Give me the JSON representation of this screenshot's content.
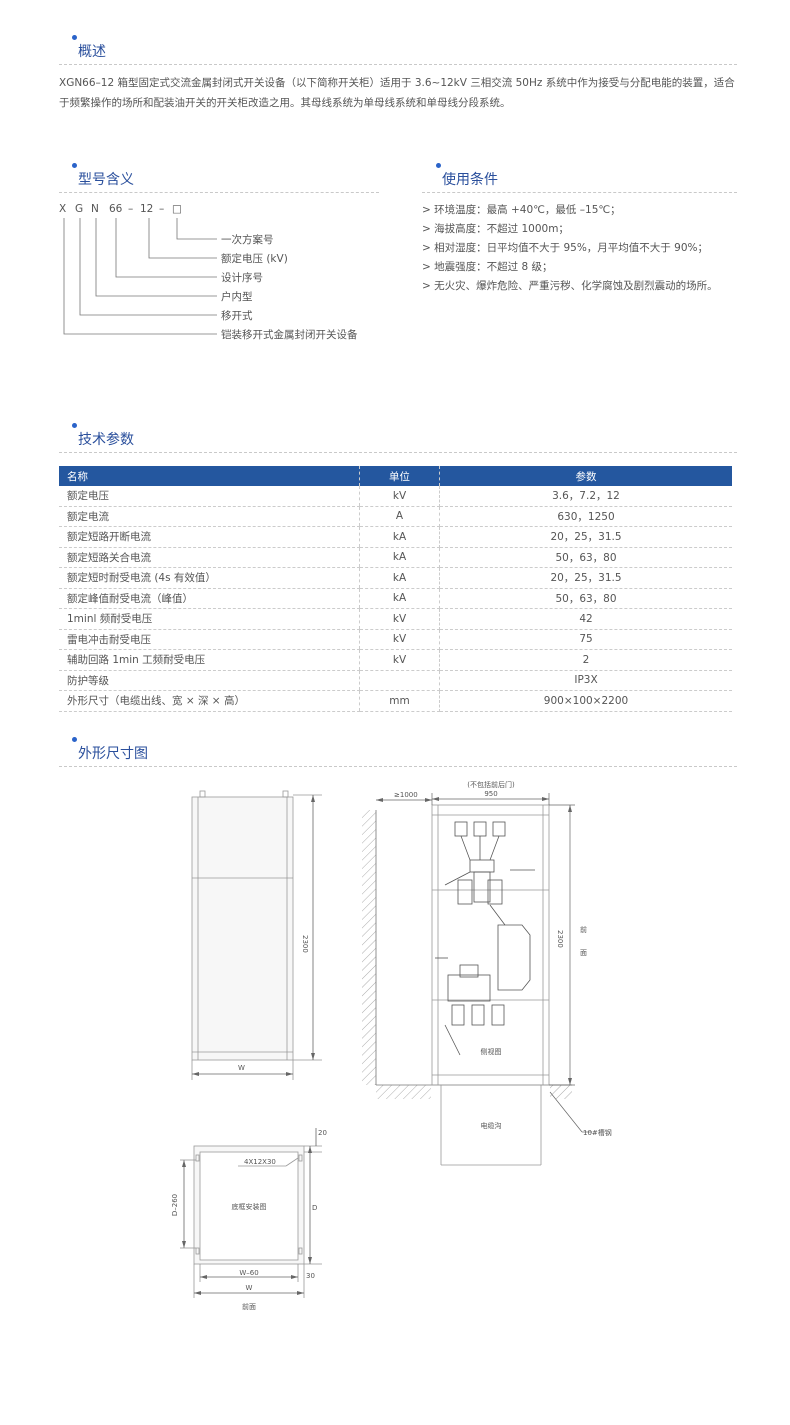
{
  "overview": {
    "title": "概述",
    "text": "XGN66–12 箱型固定式交流金属封闭式开关设备（以下简称开关柜）适用于 3.6~12kV 三相交流 50Hz 系统中作为接受与分配电能的装置，适合于频繁操作的场所和配装油开关的开关柜改造之用。其母线系统为单母线系统和单母线分段系统。"
  },
  "model": {
    "title": "型号含义",
    "code": [
      "X",
      "G",
      "N",
      "66",
      "–",
      "12",
      "–",
      "□"
    ],
    "meanings": [
      "一次方案号",
      "额定电压 (kV)",
      "设计序号",
      "户内型",
      "移开式",
      "铠装移开式金属封闭开关设备"
    ]
  },
  "conditions": {
    "title": "使用条件",
    "items": [
      "> 环境温度：最高 +40℃，最低 –15℃；",
      "> 海拔高度：不超过 1000m；",
      "> 相对湿度：日平均值不大于 95%，月平均值不大于 90%；",
      "> 地震强度：不超过 8 级；",
      "> 无火灾、爆炸危险、严重污秽、化学腐蚀及剧烈震动的场所。"
    ]
  },
  "params": {
    "title": "技术参数",
    "headers": [
      "名称",
      "单位",
      "参数"
    ],
    "rows": [
      [
        "额定电压",
        "kV",
        "3.6，7.2，12"
      ],
      [
        "额定电流",
        "A",
        "630，1250"
      ],
      [
        "额定短路开断电流",
        "kA",
        "20，25，31.5"
      ],
      [
        "额定短路关合电流",
        "kA",
        "50，63，80"
      ],
      [
        "额定短时耐受电流 (4s 有效值）",
        "kA",
        "20，25，31.5"
      ],
      [
        "额定峰值耐受电流（峰值）",
        "kA",
        "50，63，80"
      ],
      [
        "1minl 频耐受电压",
        "kV",
        "42"
      ],
      [
        "雷电冲击耐受电压",
        "kV",
        "75"
      ],
      [
        "辅助回路 1min 工频耐受电压",
        "kV",
        "2"
      ],
      [
        "防护等级",
        "",
        "IP3X"
      ],
      [
        "外形尺寸（电缆出线、宽 × 深 × 高）",
        "mm",
        "900×100×2200"
      ]
    ]
  },
  "drawing": {
    "title": "外形尺寸图",
    "front_height": "2300",
    "front_width": "W",
    "side_note": "(不包括前后门)",
    "side_clearance": "≥1000",
    "side_depth": "950",
    "side_height": "2300",
    "side_front_label_1": "前",
    "side_front_label_2": "面",
    "side_view_label": "侧视图",
    "cable_trench_label": "电缆沟",
    "channel_steel_label": "10#槽钢",
    "base_top_dim": "20",
    "base_hole_label": "4X12X30",
    "base_title": "底框安装图",
    "base_left_dim": "D–260",
    "base_right_dim": "D",
    "base_inner_width": "W–60",
    "base_bottom_dim": "30",
    "base_width": "W",
    "base_front_label": "前面",
    "colors": {
      "accent": "#2a4f9c",
      "table_header": "#24579f"
    }
  }
}
